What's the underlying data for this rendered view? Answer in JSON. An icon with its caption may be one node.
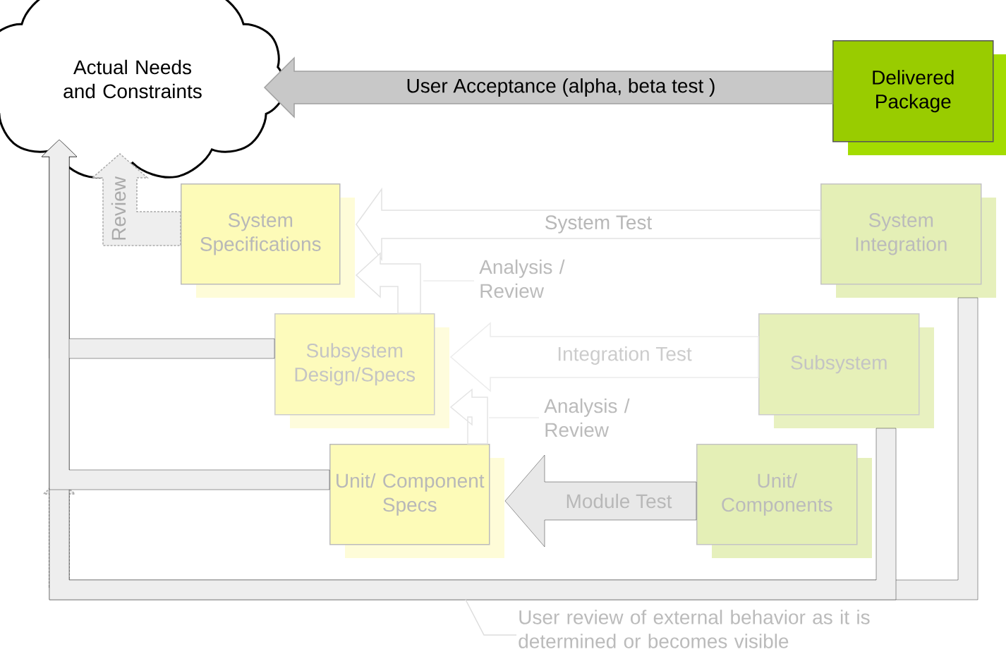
{
  "diagram": {
    "nodes": [
      {
        "text": [
          "Actual Needs and Constraints"
        ]
      },
      {
        "text": [
          "Delivered Package"
        ]
      },
      {
        "text": [
          "System Specifications"
        ]
      },
      {
        "text": [
          "System Integration"
        ]
      },
      {
        "text": [
          "Subsystem Design/Specs"
        ]
      },
      {
        "text": [
          "Subsystem"
        ]
      },
      {
        "text": [
          "Unit/ Component Specs"
        ]
      },
      {
        "text": [
          "Unit/ Components"
        ]
      },
      {
        "text": [
          "User review of external behavior as it is determined or becomes visible"
        ]
      }
    ],
    "edges": [
      {
        "from": 1,
        "to": 0,
        "arrow": "to",
        "label": "User Acceptance (alpha, beta test )"
      },
      {
        "from": 2,
        "to": 0,
        "arrow": "to",
        "label": "Review",
        "style": "dashed"
      },
      {
        "from": 3,
        "to": 2,
        "arrow": "to",
        "label": "System Test"
      },
      {
        "from": 4,
        "to": 2,
        "arrow": "to",
        "label": "Analysis / Review"
      },
      {
        "from": 5,
        "to": 4,
        "arrow": "to",
        "label": "Integration Test"
      },
      {
        "from": 6,
        "to": 4,
        "arrow": "to",
        "label": "Analysis / Review"
      },
      {
        "from": 7,
        "to": 6,
        "arrow": "to",
        "label": "Module Test"
      },
      {
        "from": 3,
        "to": 0,
        "arrow": "to"
      },
      {
        "from": 5,
        "to": 0,
        "arrow": "to"
      },
      {
        "from": 4,
        "to": 0,
        "arrow": "to"
      },
      {
        "from": 6,
        "to": 0,
        "arrow": "to"
      },
      {
        "from": 8,
        "to": null,
        "arrow": "none"
      }
    ]
  }
}
